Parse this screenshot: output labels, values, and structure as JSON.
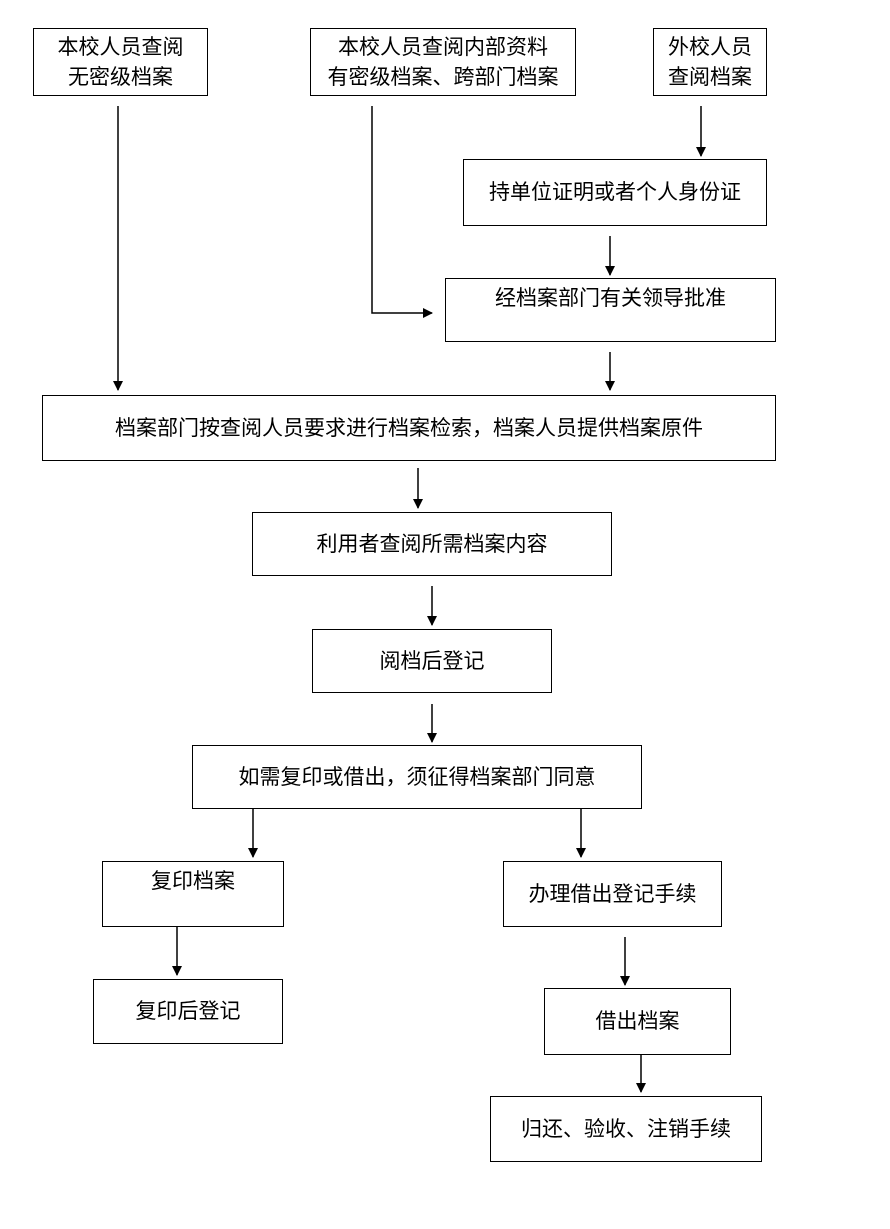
{
  "boxes": {
    "internal_unclassified": "本校人员查阅\n无密级档案",
    "internal_classified": "本校人员查阅内部资料\n有密级档案、跨部门档案",
    "external": "外校人员\n查阅档案",
    "credentials": "持单位证明或者个人身份证",
    "approval": "经档案部门有关领导批准",
    "retrieval": "档案部门按查阅人员要求进行档案检索，档案人员提供档案原件",
    "consult": "利用者查阅所需档案内容",
    "register_after": "阅档后登记",
    "copy_or_borrow": "如需复印或借出，须征得档案部门同意",
    "copy": "复印档案",
    "borrow_procedure": "办理借出登记手续",
    "copy_register": "复印后登记",
    "borrow": "借出档案",
    "return": "归还、验收、注销手续"
  }
}
